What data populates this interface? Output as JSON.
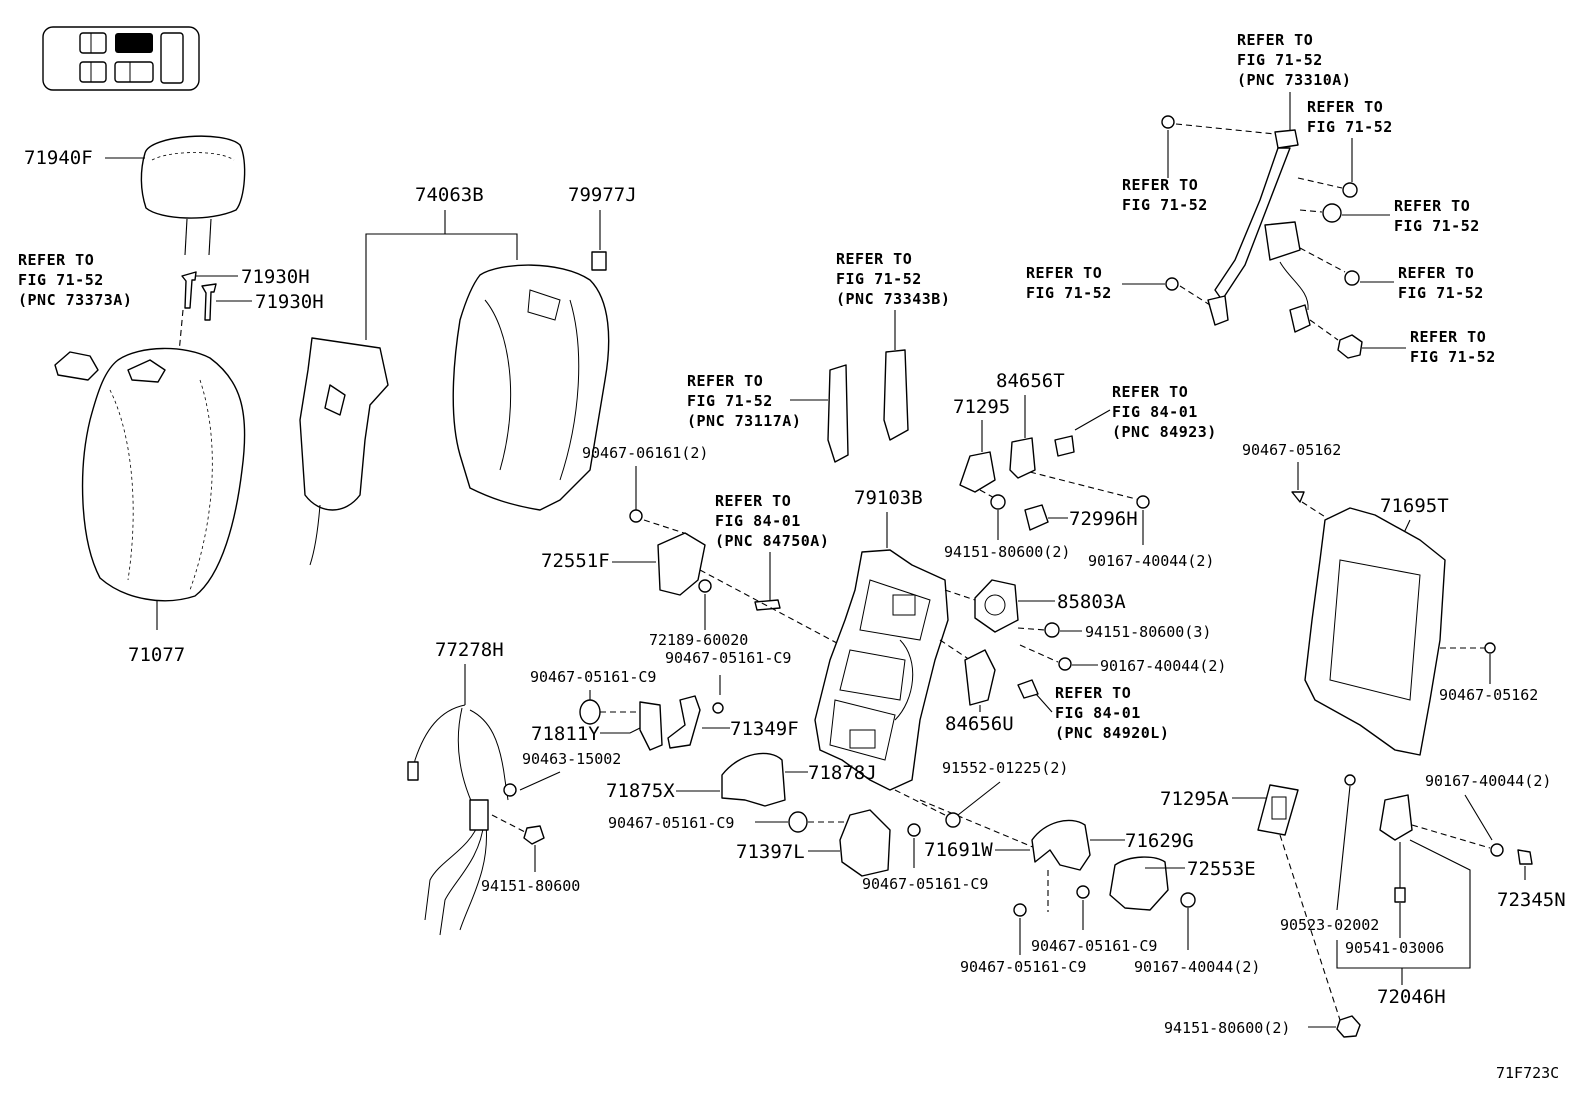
{
  "figure_code": "71F723C",
  "part_numbers": {
    "headrest": "71940F",
    "headrest_guide_a": "71930H",
    "headrest_guide_b": "71930H",
    "seatback_cover": "71077",
    "seatback_pad_frame": "74063B",
    "label_small": "79977J",
    "bracket_72551F": "72551F",
    "seat_frame": "79103B",
    "part_71295": "71295",
    "part_84656T": "84656T",
    "part_72996H": "72996H",
    "part_85803A": "85803A",
    "part_84656U": "84656U",
    "back_board": "71695T",
    "wire_harness": "77278H",
    "cover_71811Y": "71811Y",
    "cover_71349F": "71349F",
    "cover_71875X": "71875X",
    "cover_71878J": "71878J",
    "cover_71397L": "71397L",
    "cover_71691W": "71691W",
    "cover_71629G": "71629G",
    "cover_72553E": "72553E",
    "bracket_71295A": "71295A",
    "assembly_72046H": "72046H",
    "clip_72345N": "72345N"
  },
  "fastener_labels": {
    "f_06161": "90467-06161(2)",
    "f_60020": "72189-60020",
    "f_05161_c9_a": "90467-05161-C9",
    "f_05161_c9_b": "90467-05161-C9",
    "f_15002": "90463-15002",
    "f_80600_wire": "94151-80600",
    "f_05161_c9_c": "90467-05161-C9",
    "f_05161_c9_d": "90467-05161-C9",
    "f_01225": "91552-01225(2)",
    "f_05161_c9_e": "90467-05161-C9",
    "f_05161_c9_f": "90467-05161-C9",
    "f_40044_a": "90167-40044(2)",
    "f_80600_2a": "94151-80600(2)",
    "f_80600_3": "94151-80600(3)",
    "f_40044_b": "90167-40044(2)",
    "f_40044_c": "90167-40044(2)",
    "f_05162_top": "90467-05162",
    "f_05162_side": "90467-05162",
    "f_40044_d": "90167-40044(2)",
    "f_02002": "90523-02002",
    "f_03006": "90541-03006",
    "f_80600_2b": "94151-80600(2)"
  },
  "reference_callouts": {
    "r_73373A": [
      "REFER TO",
      "FIG 71-52",
      "(PNC 73373A)"
    ],
    "r_73117A": [
      "REFER TO",
      "FIG 71-52",
      "(PNC 73117A)"
    ],
    "r_73343B": [
      "REFER TO",
      "FIG 71-52",
      "(PNC 73343B)"
    ],
    "r_84750A": [
      "REFER TO",
      "FIG 84-01",
      "(PNC 84750A)"
    ],
    "r_84923": [
      "REFER TO",
      "FIG 84-01",
      "(PNC 84923)"
    ],
    "r_84920L": [
      "REFER TO",
      "FIG 84-01",
      "(PNC 84920L)"
    ],
    "r_73310A": [
      "REFER TO",
      "FIG 71-52",
      "(PNC 73310A)"
    ],
    "r_belt_1": [
      "REFER TO",
      "FIG 71-52"
    ],
    "r_belt_2": [
      "REFER TO",
      "FIG 71-52"
    ],
    "r_belt_3": [
      "REFER TO",
      "FIG 71-52"
    ],
    "r_belt_4": [
      "REFER TO",
      "FIG 71-52"
    ],
    "r_belt_5": [
      "REFER TO",
      "FIG 71-52"
    ],
    "r_belt_6": [
      "REFER TO",
      "FIG 71-52"
    ]
  }
}
